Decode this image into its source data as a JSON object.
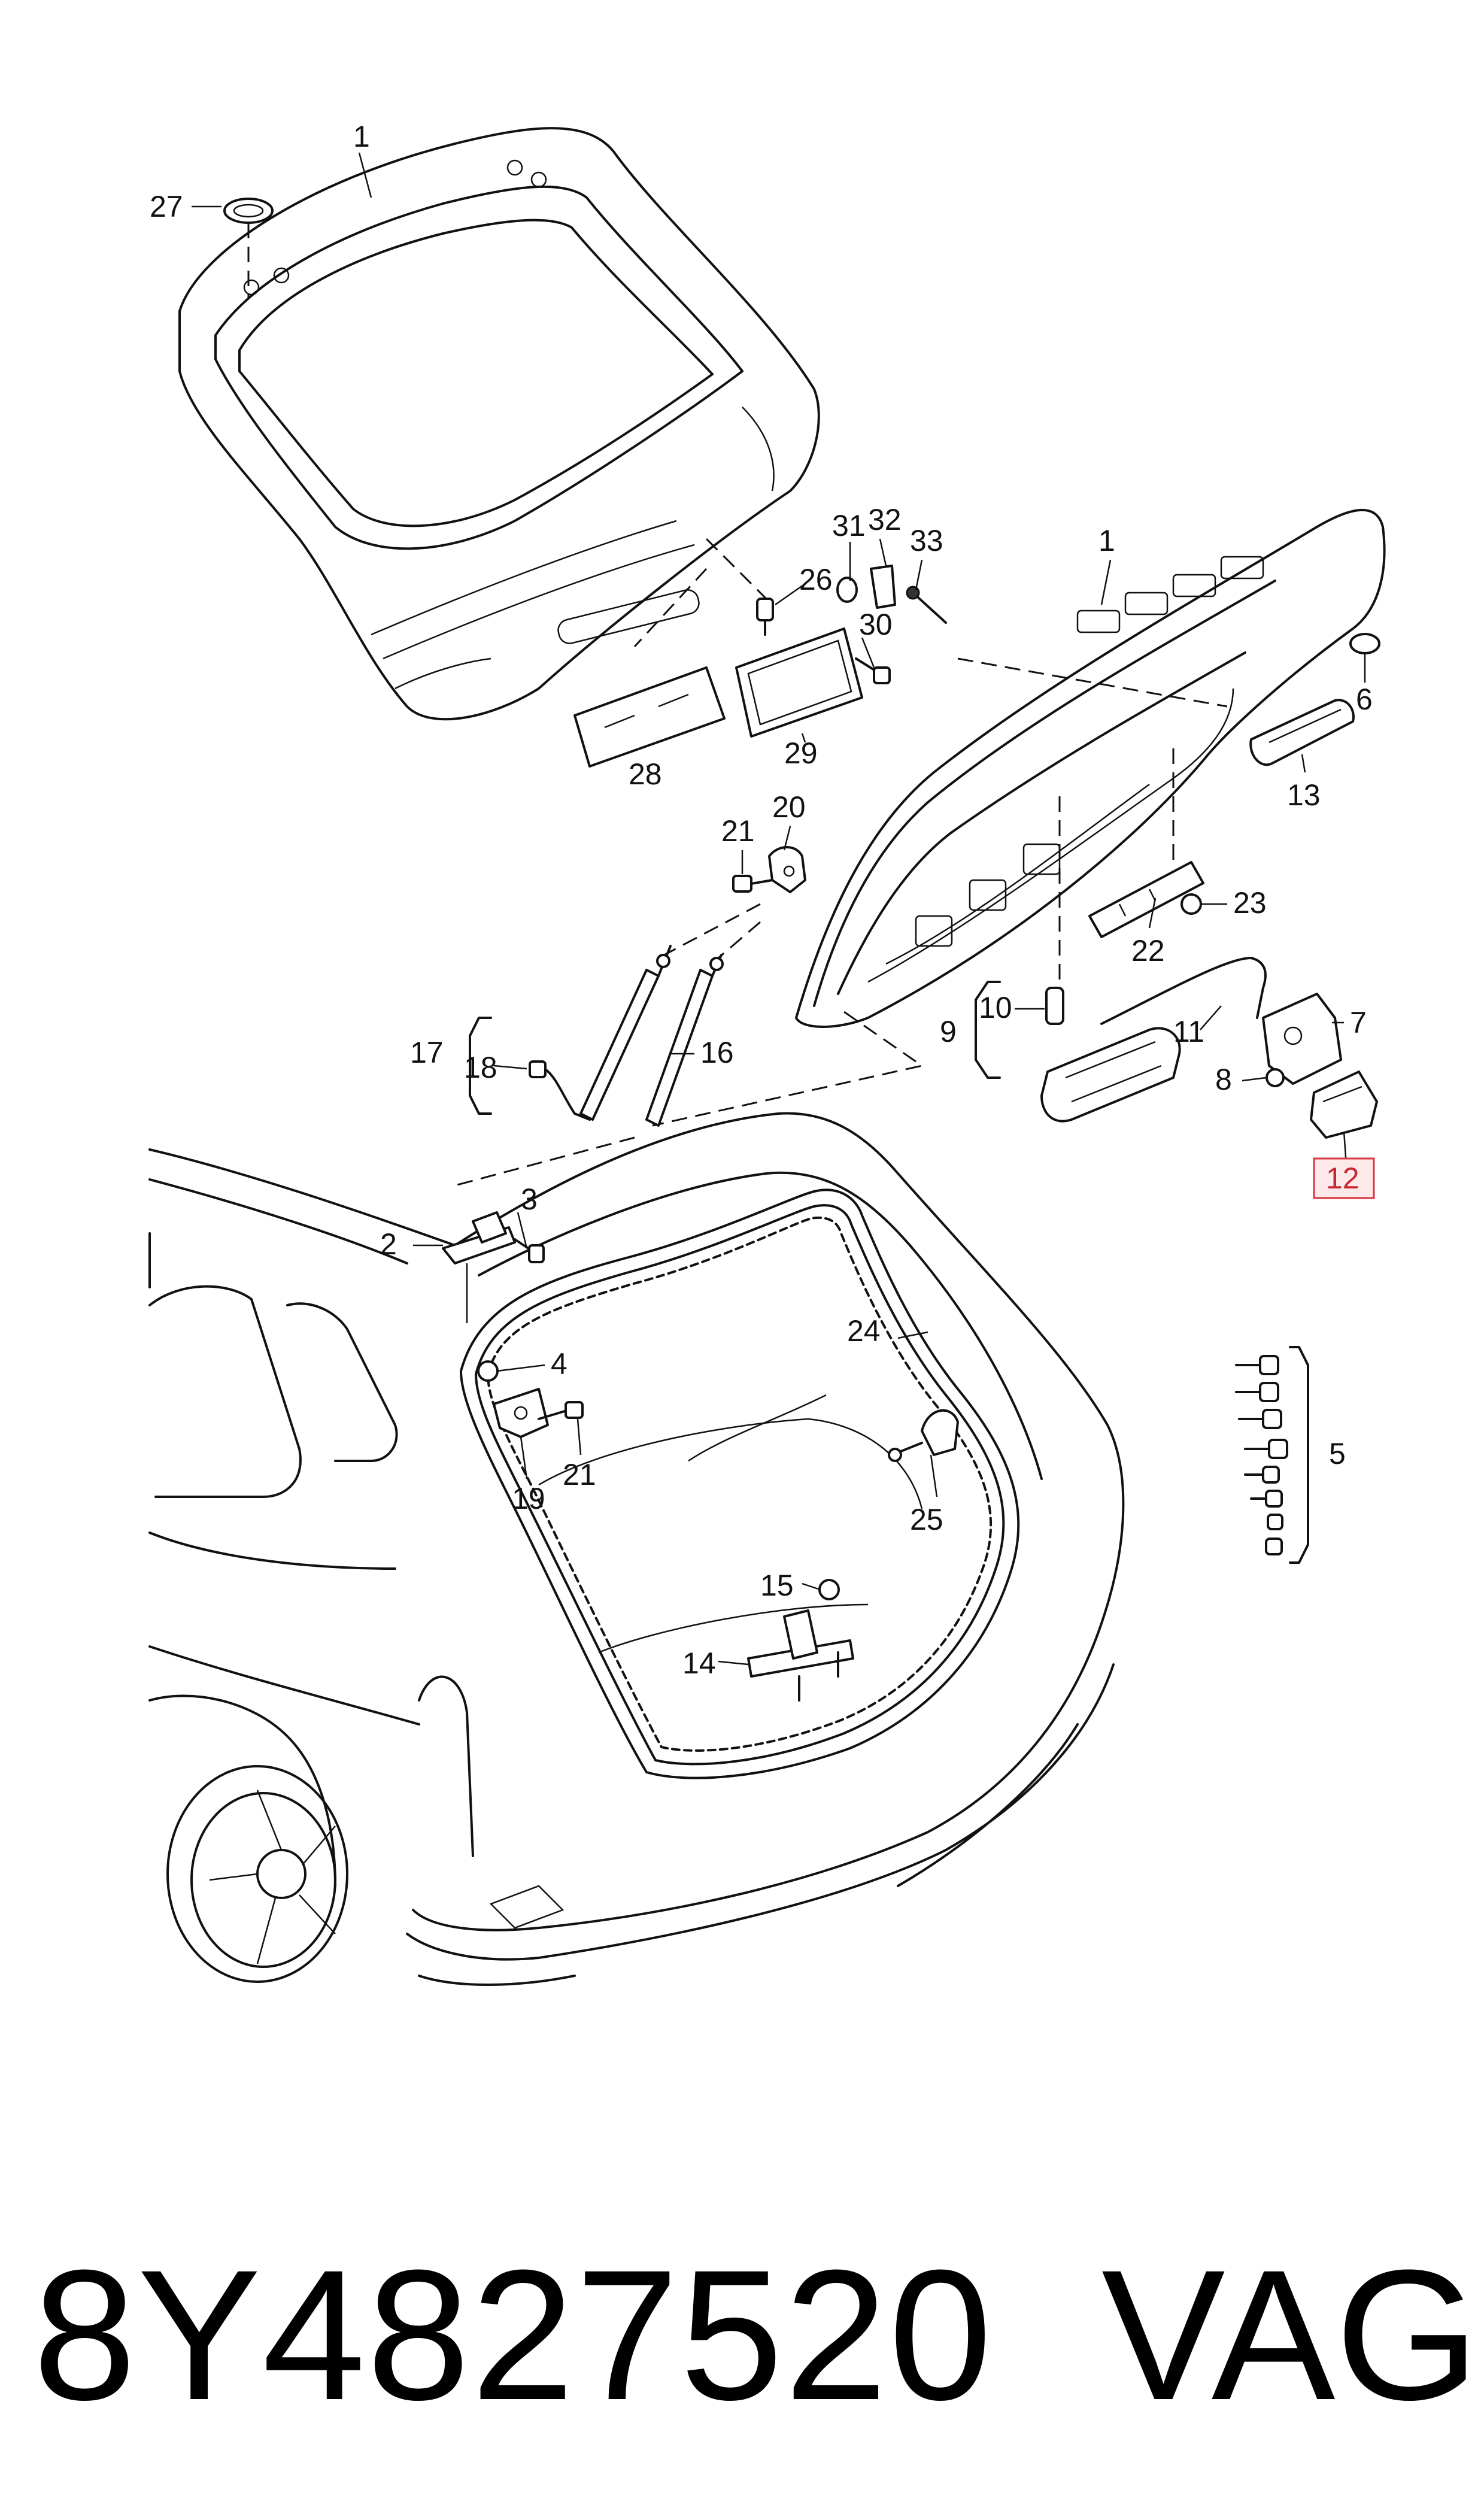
{
  "diagram": {
    "part_number": "8Y4827520",
    "manufacturer": "VAG",
    "highlighted_callout": "12",
    "callouts": [
      "1",
      "27",
      "31",
      "32",
      "33",
      "26",
      "30",
      "29",
      "28",
      "1",
      "6",
      "13",
      "21",
      "20",
      "23",
      "22",
      "10",
      "9",
      "11",
      "7",
      "8",
      "12",
      "17",
      "18",
      "16",
      "3",
      "2",
      "4",
      "24",
      "19",
      "21",
      "25",
      "5",
      "15",
      "14"
    ]
  }
}
